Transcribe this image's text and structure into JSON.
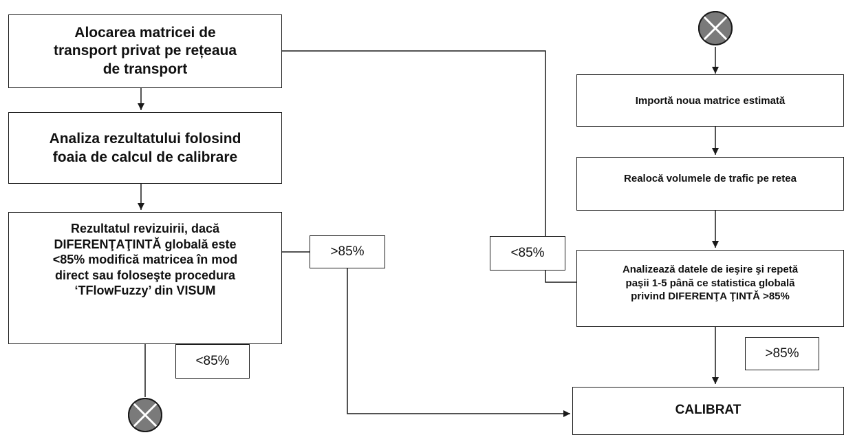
{
  "colors": {
    "stroke": "#1a1a1a",
    "terminator_fill": "#7a7a7a",
    "background": "#ffffff"
  },
  "left_flow": {
    "step1": {
      "line1": "Alocarea matricei de",
      "line2": "transport privat pe rețeaua",
      "line3": "de transport"
    },
    "step2": {
      "line1": "Analiza rezultatului folosind",
      "line2": "foaia de calcul de calibrare"
    },
    "step3": {
      "line1": "Rezultatul revizuirii, dacă",
      "line2": "DIFERENŢAŢINTĂ globală este",
      "line3": "<85% modifică matricea în mod",
      "line4": "direct sau foloseşte procedura",
      "line5": "‘TFlowFuzzy’  din VISUM"
    },
    "branch_high": ">85%",
    "branch_low": "<85%",
    "terminator_icon": "crossed-circle-icon"
  },
  "right_flow": {
    "start_icon": "crossed-circle-icon",
    "step1": "Importă noua matrice estimată",
    "step2": "Realocă volumele de trafic pe retea",
    "step3": {
      "line1": "Analizează datele de ieşire şi repetă",
      "line2": "paşii 1-5 până ce statistica globală",
      "line3": "privind DIFERENŢA ŢINTĂ >85%"
    },
    "branch_low": "<85%",
    "branch_high": ">85%"
  },
  "end_box": {
    "label": "CALIBRAT"
  }
}
